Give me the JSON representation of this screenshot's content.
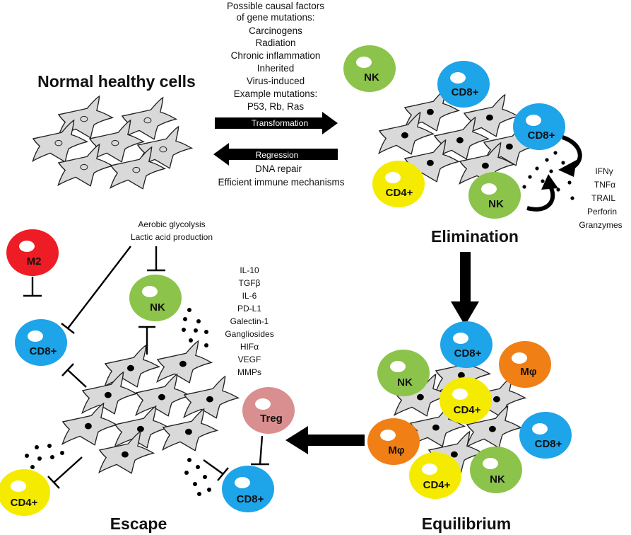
{
  "stages": {
    "normal": "Normal healthy cells",
    "elimination": "Elimination",
    "equilibrium": "Equilibrium",
    "escape": "Escape"
  },
  "causes": [
    "Possible  causal  factors",
    "of gene mutations:",
    "Carcinogens",
    "Radiation",
    "Chronic inflammation",
    "Inherited",
    "Virus-induced",
    "Example mutations:",
    "P53, Rb, Ras"
  ],
  "arrows": {
    "transformation": "Transformation",
    "regression": "Regression"
  },
  "regression_factors": [
    "DNA repair",
    "Efficient immune mechanisms"
  ],
  "cytokines": [
    "IFNγ",
    "TNFα",
    "TRAIL",
    "Perforin",
    "Granzymes"
  ],
  "metabolism": [
    "Aerobic glycolysis",
    "Lactic acid production"
  ],
  "suppressors": [
    "IL-10",
    "TGFβ",
    "IL-6",
    "PD-L1",
    "Galectin-1",
    "Gangliosides",
    "HIFα",
    "VEGF",
    "MMPs"
  ],
  "cell_types": {
    "nk": "NK",
    "cd8": "CD8+",
    "cd4": "CD4+",
    "macrophage": "Mφ",
    "m2": "M2",
    "treg": "Treg"
  },
  "colors": {
    "nk": "#8cc34b",
    "cd8": "#1ea4e8",
    "cd4": "#f5eb00",
    "macrophage": "#f07f16",
    "m2": "#ee1c24",
    "treg": "#d98f8f",
    "tumor_cell": "#d9d9d9",
    "arrow": "#000000"
  }
}
